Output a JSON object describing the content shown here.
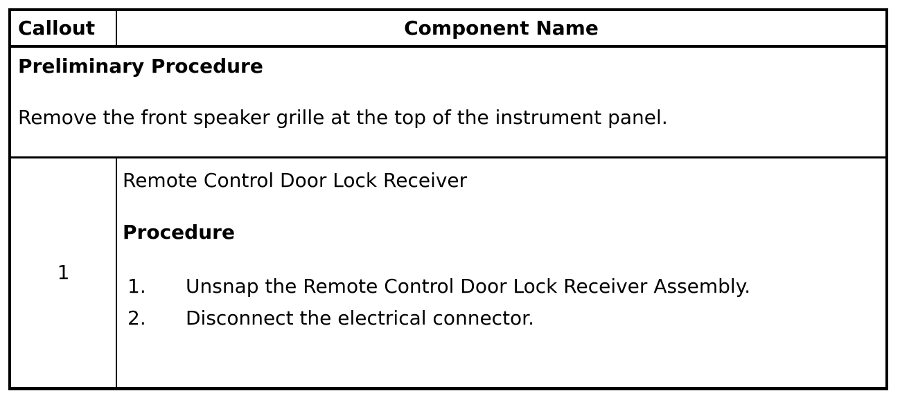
{
  "colors": {
    "border": "#000000",
    "text": "#000000",
    "background": "#ffffff"
  },
  "table": {
    "header": {
      "callout_label": "Callout",
      "component_label": "Component Name"
    },
    "preliminary": {
      "title": "Preliminary Procedure",
      "instruction": "Remove the front speaker grille at the top of the instrument panel."
    },
    "rows": [
      {
        "callout": "1",
        "component": "Remote Control Door Lock Receiver",
        "procedure_label": "Procedure",
        "steps": [
          {
            "num": "1.",
            "text": "Unsnap the Remote Control Door Lock Receiver Assembly."
          },
          {
            "num": "2.",
            "text": "Disconnect the electrical connector."
          }
        ]
      }
    ]
  }
}
